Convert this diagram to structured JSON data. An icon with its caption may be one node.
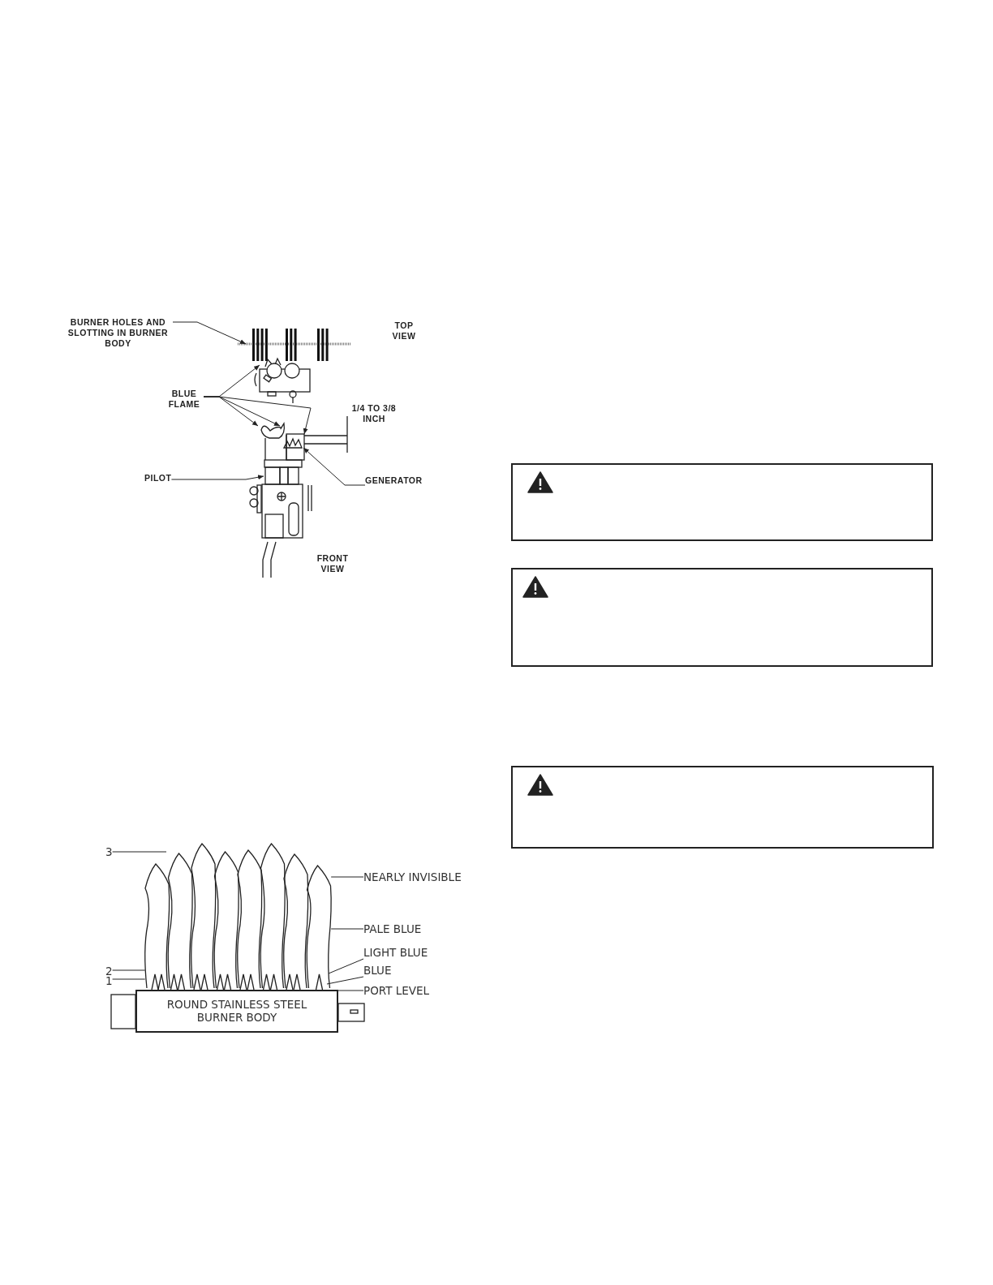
{
  "diagram": {
    "nodes": [
      {
        "text": [
          "BURNER HOLES AND SLOTTING IN BURNER BODY"
        ]
      },
      {
        "text": [
          "BLUE FLAME"
        ]
      },
      {
        "text": [
          "PILOT"
        ]
      },
      {
        "text": [
          "GENERATOR"
        ]
      },
      {
        "text": [
          "3"
        ]
      },
      {
        "text": [
          "2"
        ]
      },
      {
        "text": [
          "1"
        ]
      },
      {
        "text": [
          "NEARLY INVISIBLE"
        ]
      },
      {
        "text": [
          "PALE BLUE"
        ]
      },
      {
        "text": [
          "LIGHT BLUE"
        ]
      },
      {
        "text": [
          "BLUE"
        ]
      },
      {
        "text": [
          "PORT LEVEL"
        ]
      },
      {
        "text": [
          "ROUND STAINLESS STEEL BURNER BODY"
        ]
      },
      {
        "text": [],
        "shape": "picture"
      },
      {
        "text": [],
        "shape": "picture"
      },
      {
        "text": [],
        "shape": "picture"
      },
      {
        "text": [],
        "shape": "picture"
      }
    ],
    "edges": [
      {
        "from": 0,
        "to": 13,
        "arrow": "to"
      },
      {
        "from": 1,
        "to": 14,
        "arrow": "to"
      },
      {
        "from": 1,
        "to": 15,
        "arrow": "to"
      },
      {
        "from": 1,
        "to": 15,
        "arrow": "to"
      },
      {
        "from": 1,
        "to": 15,
        "arrow": "to"
      },
      {
        "from": 2,
        "to": 15,
        "arrow": "to"
      },
      {
        "from": 3,
        "to": 15,
        "arrow": "to"
      },
      {
        "from": 4,
        "to": 16,
        "arrow": "none"
      },
      {
        "from": 5,
        "to": 16,
        "arrow": "none"
      },
      {
        "from": 6,
        "to": 16,
        "arrow": "none"
      },
      {
        "from": 7,
        "to": 16,
        "arrow": "none"
      },
      {
        "from": 8,
        "to": 16,
        "arrow": "none"
      },
      {
        "from": 9,
        "to": 16,
        "arrow": "none"
      },
      {
        "from": 10,
        "to": 16,
        "arrow": "none"
      },
      {
        "from": 11,
        "to": 12,
        "arrow": "none"
      }
    ],
    "labels": [
      "TOP VIEW",
      "1/4 TO 3/8 INCH",
      "FRONT VIEW"
    ]
  }
}
